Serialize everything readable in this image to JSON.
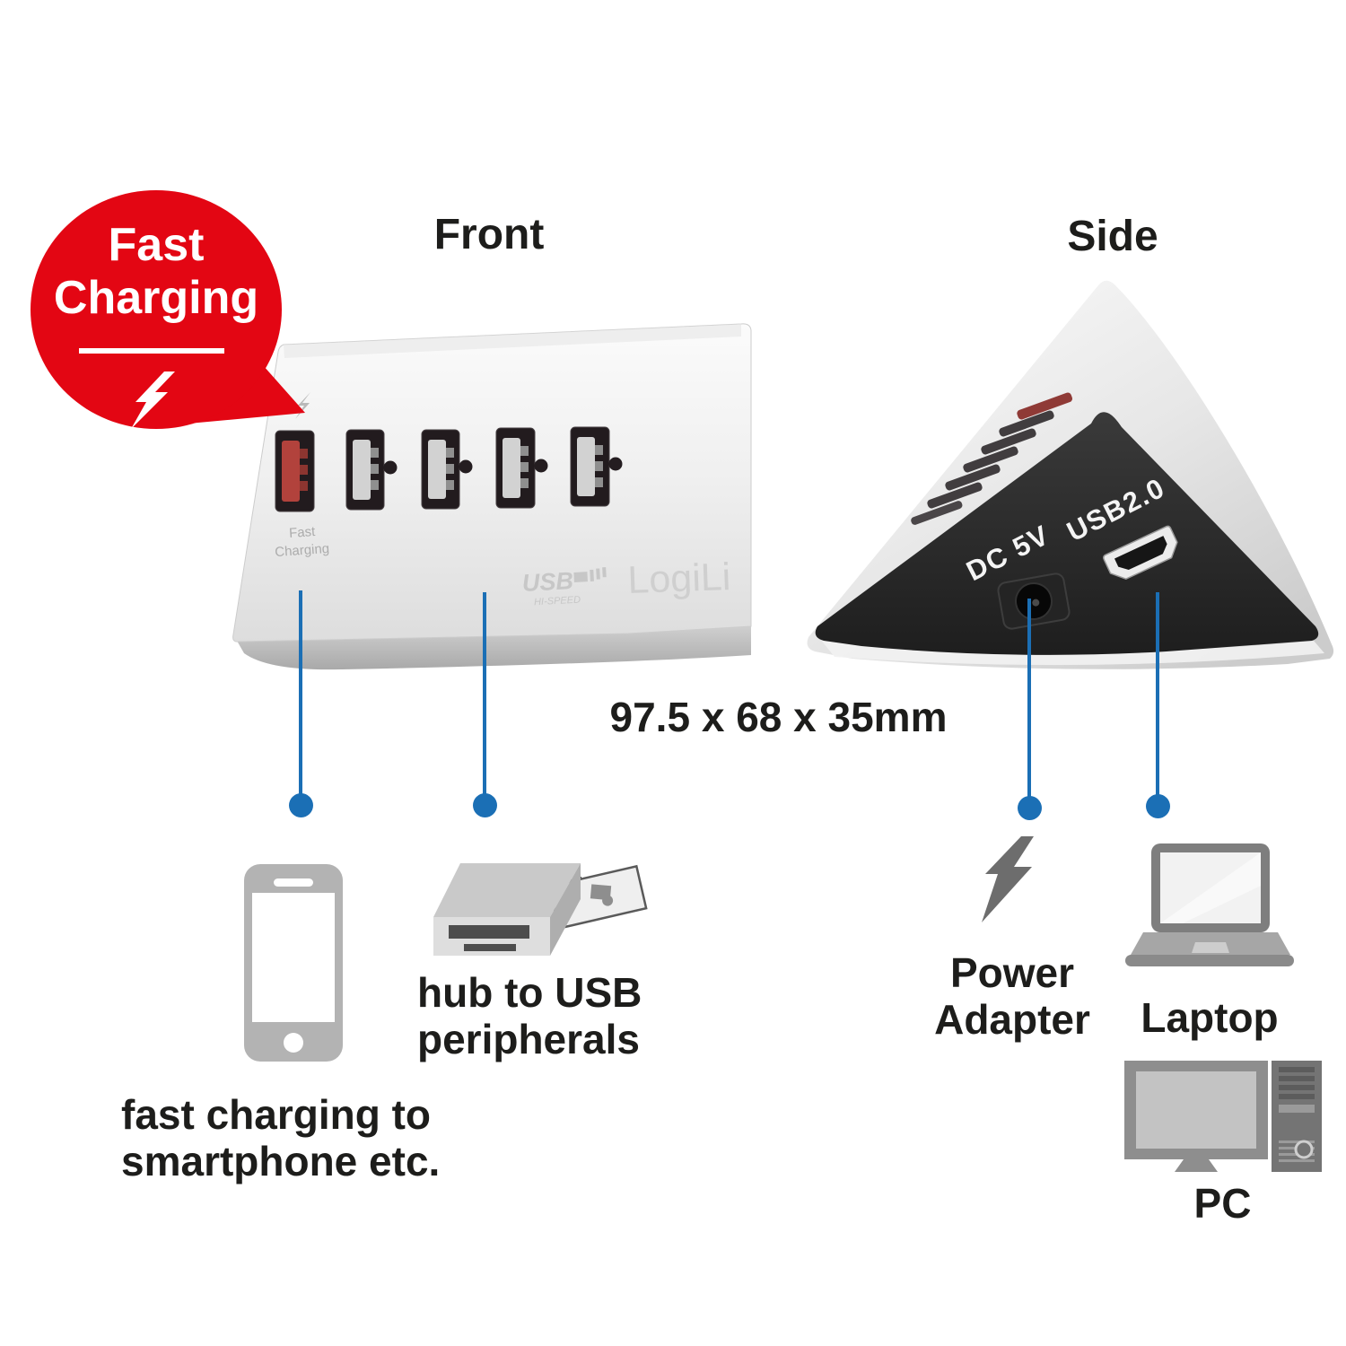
{
  "badge": {
    "line1": "Fast",
    "line2": "Charging"
  },
  "headings": {
    "front": "Front",
    "side": "Side"
  },
  "front_hub": {
    "port_label_line1": "Fast",
    "port_label_line2": "Charging",
    "usb_logo": "USB",
    "usb_logo_sub": "HI-SPEED",
    "brand": "LogiLi"
  },
  "side_hub": {
    "dc_label": "DC 5V",
    "usb_label": "USB2.0"
  },
  "dimensions": "97.5 x 68 x 35mm",
  "captions": {
    "fast_charging_line1": "fast charging to",
    "fast_charging_line2": "smartphone etc.",
    "hub_line1": "hub to USB",
    "hub_line2": "peripherals",
    "power_line1": "Power",
    "power_line2": "Adapter",
    "laptop": "Laptop",
    "pc": "PC"
  },
  "colors": {
    "accent_red": "#e30613",
    "callout_blue": "#1b6fb5",
    "icon_gray": "#b3b3b3",
    "text_dark": "#1d1d1b",
    "fast_port_red": "#b2423c"
  }
}
